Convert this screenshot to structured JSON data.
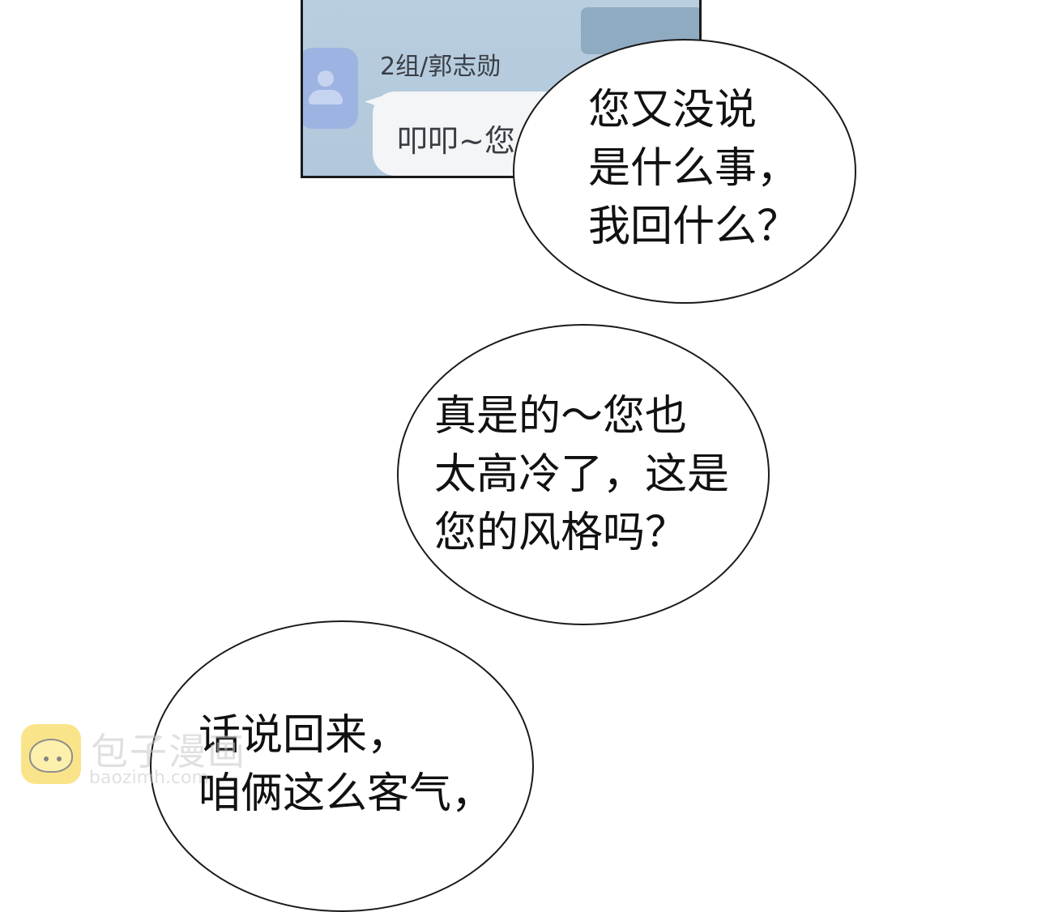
{
  "chat_screenshot": {
    "sender_name": "2组/郭志勋",
    "message_text": "叩叩~您"
  },
  "balloons": [
    {
      "text": "您又没说\n是什么事，\n我回什么？"
    },
    {
      "text": "真是的～您也\n太高冷了，这是\n您的风格吗？"
    },
    {
      "text": "话说回来，\n咱俩这么客气，"
    }
  ],
  "watermark": {
    "title": "包子漫画",
    "url": "baozimh.com"
  },
  "colors": {
    "chat_background": "#b9cfe0",
    "bubble_background": "#f4f5f7",
    "avatar": "#9db3e2",
    "watermark_logo": "#f6cf2b"
  }
}
